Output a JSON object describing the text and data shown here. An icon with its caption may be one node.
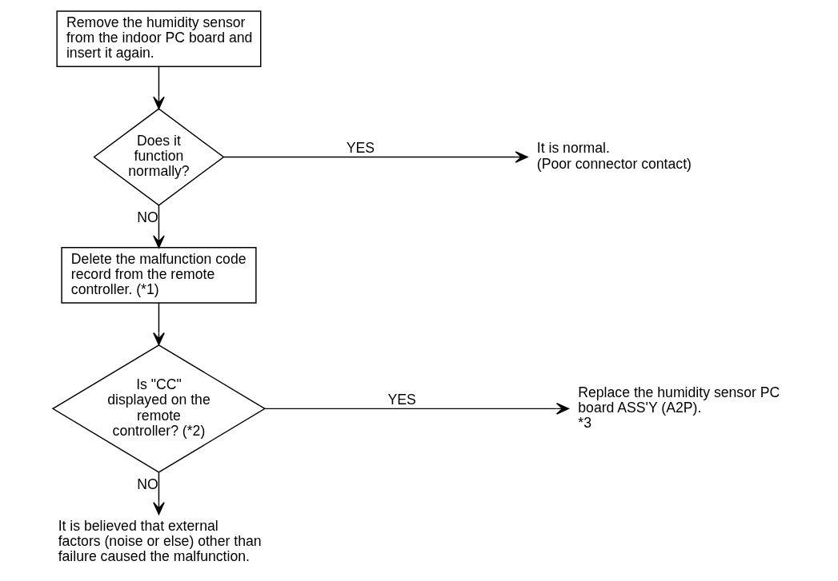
{
  "diagram": {
    "nodes": [
      {
        "text": [
          "Remove the humidity sensor from the indoor PC board and insert it again."
        ]
      },
      {
        "text": [
          "Does it function normally?"
        ]
      },
      {
        "text": [
          "It is normal.",
          "(Poor connector contact)"
        ]
      },
      {
        "text": [
          "Delete the malfunction code record from the remote controller. (*1)"
        ]
      },
      {
        "text": [
          "Is \"CC\" displayed on the remote controller? (*2)"
        ]
      },
      {
        "text": [
          "Replace the humidity sensor PC board ASS'Y (A2P).",
          "*3"
        ]
      },
      {
        "text": [
          "It is believed that external factors (noise or else) other than failure caused the malfunction."
        ]
      }
    ],
    "edges": [
      {
        "from": 0,
        "to": 1,
        "arrow": "to"
      },
      {
        "from": 1,
        "to": 2,
        "arrow": "to",
        "label": "YES"
      },
      {
        "from": 1,
        "to": 3,
        "arrow": "to",
        "label": "NO"
      },
      {
        "from": 3,
        "to": 4,
        "arrow": "to"
      },
      {
        "from": 4,
        "to": 5,
        "arrow": "to",
        "label": "YES"
      },
      {
        "from": 4,
        "to": 6,
        "arrow": "to",
        "label": "NO"
      }
    ]
  }
}
